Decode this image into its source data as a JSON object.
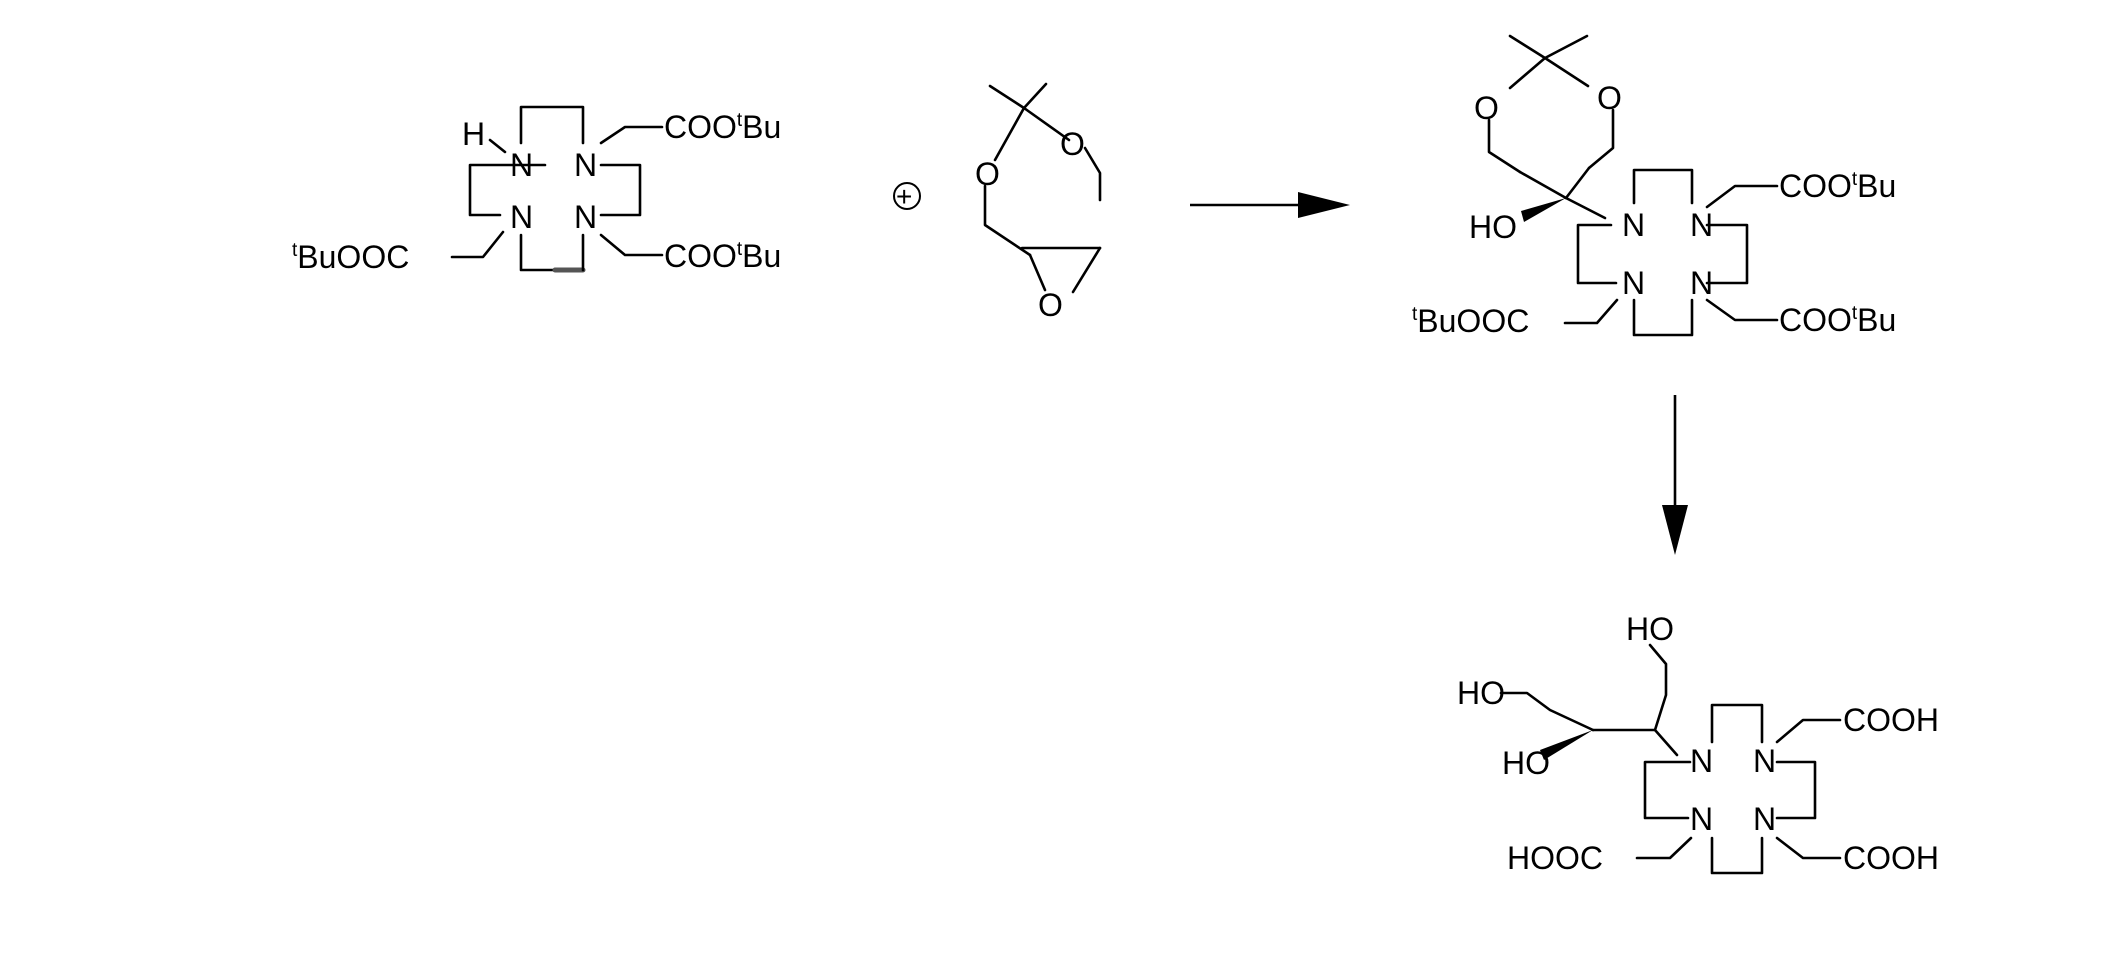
{
  "scheme": {
    "plus_symbol": "+",
    "reactant_1": {
      "H": "H",
      "n_tl": "N",
      "n_tr": "N",
      "n_bl": "N",
      "n_br": "N",
      "ester_tr_a": "COO",
      "ester_tr_b": "Bu",
      "ester_tr_sup": "t",
      "ester_br_a": "COO",
      "ester_br_b": "Bu",
      "ester_br_sup": "t",
      "ester_l_sup": "t",
      "ester_l": "BuOOC"
    },
    "reactant_2": {
      "o1": "O",
      "o2": "O",
      "o3": "O"
    },
    "intermediate": {
      "o1": "O",
      "o2": "O",
      "ho": "HO",
      "n_tl": "N",
      "n_tr": "N",
      "n_bl": "N",
      "n_br": "N",
      "ester_tr_a": "COO",
      "ester_tr_b": "Bu",
      "ester_tr_sup": "t",
      "ester_br_a": "COO",
      "ester_br_b": "Bu",
      "ester_br_sup": "t",
      "ester_l_sup": "t",
      "ester_l": "BuOOC"
    },
    "product": {
      "ho_top": "HO",
      "ho_left": "HO",
      "ho_mid": "HO",
      "n_tl": "N",
      "n_tr": "N",
      "n_bl": "N",
      "n_br": "N",
      "acid_tr": "COOH",
      "acid_br": "COOH",
      "acid_l": "HOOC"
    }
  }
}
